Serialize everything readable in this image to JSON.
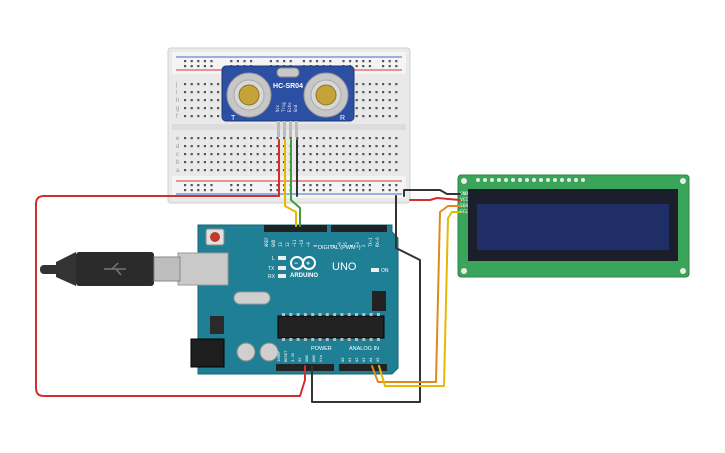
{
  "sensor": {
    "model": "HC-SR04",
    "left_mark": "T",
    "right_mark": "R",
    "pins": [
      "Vcc",
      "Trig",
      "Echo",
      "Gnd"
    ]
  },
  "breadboard": {
    "row_letters_top": [
      "j",
      "i",
      "h",
      "g",
      "f"
    ],
    "row_letters_bottom": [
      "e",
      "d",
      "c",
      "b",
      "a"
    ]
  },
  "arduino": {
    "brand": "ARDUINO",
    "model": "UNO",
    "digital_label": "DIGITAL (PWM~)",
    "power_label": "POWER",
    "analog_label": "ANALOG IN",
    "tx_label": "TX",
    "rx_label": "RX",
    "l_label": "L",
    "on_label": "ON",
    "digital_pins": [
      "AREF",
      "GND",
      "13",
      "12",
      "~11",
      "~10",
      "~9",
      "8",
      "7",
      "~6",
      "~5",
      "4",
      "~3",
      "2",
      "TX→1",
      "RX←0"
    ],
    "power_pins": [
      "IOREF",
      "RESET",
      "3.3V",
      "5V",
      "GND",
      "GND",
      "Vin"
    ],
    "analog_pins": [
      "A0",
      "A1",
      "A2",
      "A3",
      "A4",
      "A5"
    ]
  },
  "lcd": {
    "pins": [
      "GND",
      "VCC",
      "SDA",
      "SCL"
    ]
  },
  "colors": {
    "wire_red": "#d32f2f",
    "wire_black": "#333333",
    "wire_yellow": "#e6b800",
    "wire_orange": "#e08a1e",
    "wire_green": "#3e9e3e",
    "board_teal": "#1f7f95",
    "sensor_blue": "#2c4fa3",
    "lcd_green": "#3aa55a",
    "lcd_screen": "#1f2e66"
  }
}
